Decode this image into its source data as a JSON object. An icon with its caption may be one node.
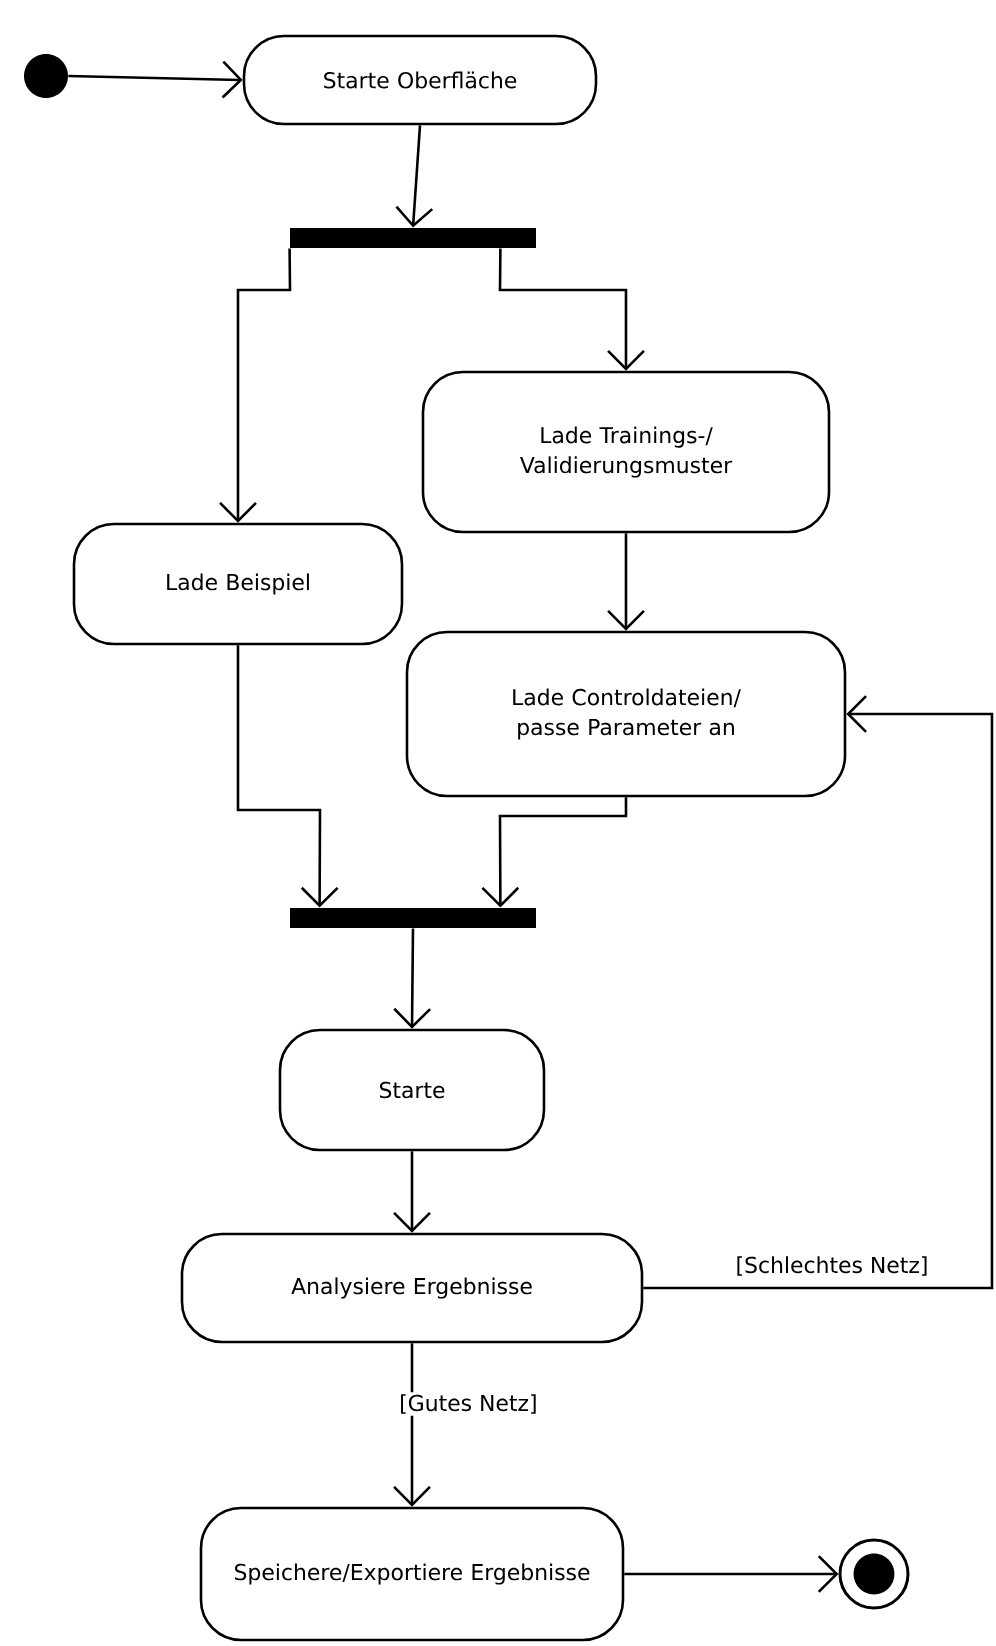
{
  "diagram": {
    "nodes": [
      {
        "text": [],
        "shape": "circle"
      },
      {
        "text": [
          "Starte Oberfläche"
        ]
      },
      {
        "text": [],
        "shape": "bar"
      },
      {
        "text": [
          "Lade Trainings-/ Validierungsmuster"
        ]
      },
      {
        "text": [
          "Lade Beispiel"
        ]
      },
      {
        "text": [
          "Lade Controldateien/ passe Parameter an"
        ]
      },
      {
        "text": [],
        "shape": "bar"
      },
      {
        "text": [
          "Starte"
        ]
      },
      {
        "text": [
          "Analysiere Ergebnisse"
        ]
      },
      {
        "text": [
          "Speichere/Exportiere Ergebnisse"
        ]
      },
      {
        "text": [],
        "shape": "bullseye"
      }
    ],
    "edges": [
      {
        "from": 0,
        "to": 1,
        "arrow": "to"
      },
      {
        "from": 1,
        "to": 2,
        "arrow": "to"
      },
      {
        "from": 2,
        "to": 4,
        "arrow": "to"
      },
      {
        "from": 2,
        "to": 3,
        "arrow": "to"
      },
      {
        "from": 3,
        "to": 5,
        "arrow": "to"
      },
      {
        "from": 4,
        "to": 6,
        "arrow": "to"
      },
      {
        "from": 5,
        "to": 6,
        "arrow": "to"
      },
      {
        "from": 6,
        "to": 7,
        "arrow": "to"
      },
      {
        "from": 7,
        "to": 8,
        "arrow": "to"
      },
      {
        "from": 8,
        "to": 9,
        "arrow": "to",
        "label": "[Gutes Netz]"
      },
      {
        "from": 8,
        "to": 5,
        "arrow": "to",
        "label": "[Schlechtes Netz]"
      },
      {
        "from": 9,
        "to": 10,
        "arrow": "to"
      }
    ]
  }
}
